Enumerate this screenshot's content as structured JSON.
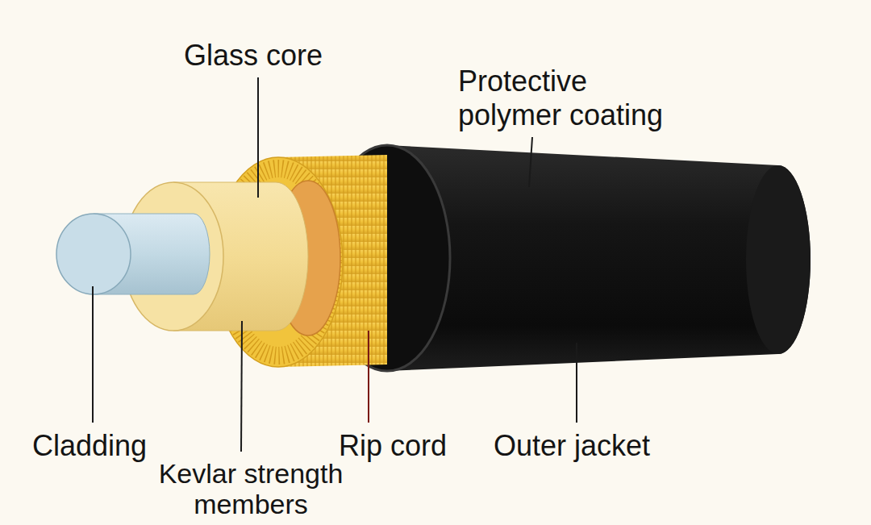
{
  "diagram": {
    "labels": [
      "Glass core",
      "Protective polymer coating",
      "Cladding",
      "Kevlar strength members",
      "Rip cord",
      "Outer jacket"
    ]
  }
}
